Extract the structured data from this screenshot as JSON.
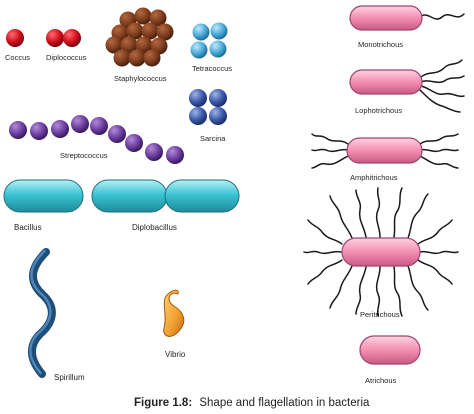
{
  "caption": {
    "label": "Figure 1.8:",
    "text": "Shape and flagellation in bacteria"
  },
  "shapes": {
    "coccus": "Coccus",
    "diplococcus": "Diplococcus",
    "staphylococcus": "Staphylococcus",
    "tetracoccus": "Tetracoccus",
    "sarcina": "Sarcina",
    "streptococcus": "Streptococcus",
    "bacillus": "Bacillus",
    "diplobacillus": "Diplobacillus",
    "spirillum": "Spirillum",
    "vibrio": "Vibrio"
  },
  "flagellation": {
    "monotrichous": "Monotrichous",
    "lophotrichous": "Lophotrichous",
    "amphitrichous": "Amphitrichous",
    "peritrichous": "Peritrichous",
    "atrichous": "Atrichous"
  },
  "colors": {
    "coccus": "#c8102e",
    "staphylococcus": "#7a3b1e",
    "tetracoccus": "#4aaad8",
    "sarcina": "#3b5aa8",
    "streptococcus": "#6b3fa0",
    "bacillus": "#3cc4d4",
    "spirillum": "#1f4e79",
    "vibrio": "#f0a030",
    "flagellated_cell": "#f48fb1"
  }
}
